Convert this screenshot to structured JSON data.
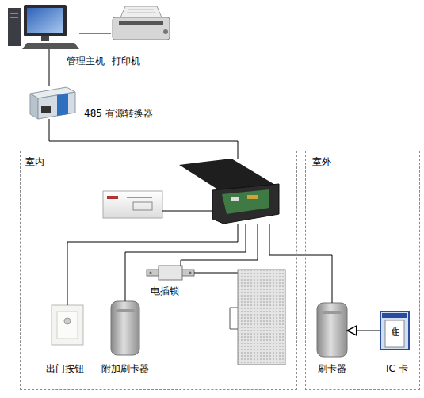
{
  "diagram": {
    "nodes": [
      {
        "text": [
          "管理主机"
        ]
      },
      {
        "text": [
          "打印机"
        ]
      },
      {
        "text": [
          "485 有源转换器"
        ]
      },
      {
        "text": [
          "室内"
        ]
      },
      {
        "text": [],
        "in": 3
      },
      {
        "text": [],
        "in": 3
      },
      {
        "text": [
          "电插锁"
        ],
        "in": 3
      },
      {
        "text": [
          "出门按钮"
        ],
        "in": 3
      },
      {
        "text": [
          "附加刷卡器"
        ],
        "in": 3
      },
      {
        "text": [
          "室外"
        ]
      },
      {
        "text": [
          "刷卡器"
        ],
        "in": 9
      },
      {
        "text": [
          "工作证",
          "IC 卡"
        ],
        "in": 9
      }
    ],
    "edges": [
      {
        "from": 0,
        "to": 1,
        "arrow": "none"
      },
      {
        "from": 0,
        "to": 2,
        "arrow": "none"
      },
      {
        "from": 2,
        "to": 4,
        "arrow": "none"
      },
      {
        "from": 5,
        "to": 4,
        "arrow": "none"
      },
      {
        "from": 4,
        "to": 7,
        "arrow": "none"
      },
      {
        "from": 4,
        "to": 8,
        "arrow": "none"
      },
      {
        "from": 4,
        "to": 6,
        "arrow": "none"
      },
      {
        "from": 4,
        "to": 10,
        "arrow": "none"
      },
      {
        "from": 11,
        "to": 10,
        "arrow": "to"
      }
    ]
  }
}
